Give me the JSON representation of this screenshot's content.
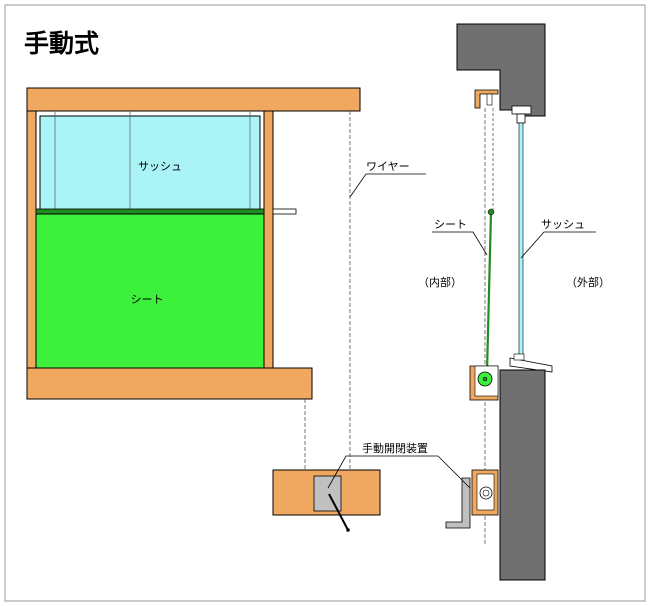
{
  "title": "手動式",
  "labels": {
    "sash_front": "サッシュ",
    "sheet_front": "シート",
    "wire": "ワイヤー",
    "sheet_side": "シート",
    "sash_side": "サッシュ",
    "interior": "（内部）",
    "exterior": "（外部）",
    "manual_device": "手動開閉装置"
  },
  "colors": {
    "frame_wood": "#f0a860",
    "glass": "#aaf4f8",
    "sheet": "#3cf03c",
    "sheet_dark": "#1e8c1e",
    "wall": "#707070",
    "handle_plate": "#c0c0c0"
  }
}
